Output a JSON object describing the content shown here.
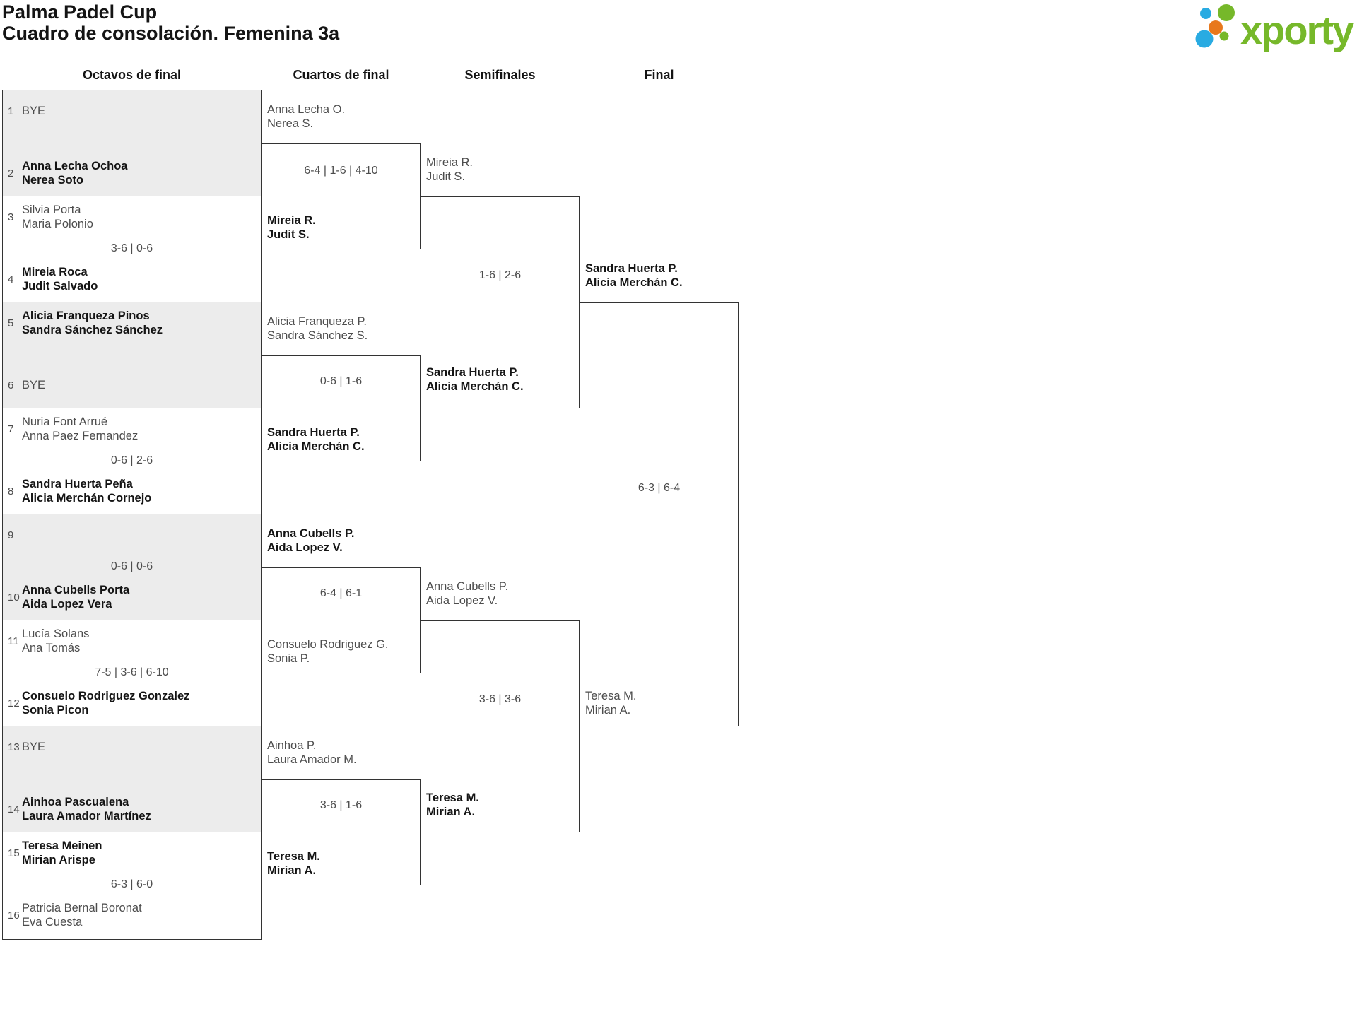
{
  "page": {
    "title_line1": "Palma Padel Cup",
    "title_line2": "Cuadro de consolación. Femenina 3a"
  },
  "logo": {
    "wordmark": "xporty",
    "green": "#76b82a",
    "blue": "#29abe2",
    "orange": "#e8781c"
  },
  "round_headers": [
    {
      "label": "Octavos de final"
    },
    {
      "label": "Cuartos de final"
    },
    {
      "label": "Semifinales"
    },
    {
      "label": "Final"
    }
  ],
  "colors": {
    "border": "#333333",
    "cell_gray": "#ececec",
    "text_normal": "#4d4d4d",
    "text_winner": "#141414"
  },
  "octavos": [
    {
      "seed1": "1",
      "team1": {
        "l1": "BYE",
        "l2": ""
      },
      "seed2": "2",
      "team2": {
        "l1": "Anna Lecha Ochoa",
        "l2": "Nerea Soto",
        "win": true
      },
      "score": ""
    },
    {
      "seed1": "3",
      "team1": {
        "l1": "Silvia Porta",
        "l2": "Maria Polonio"
      },
      "seed2": "4",
      "team2": {
        "l1": "Mireia Roca",
        "l2": "Judit Salvado",
        "win": true
      },
      "score": "3-6 | 0-6"
    },
    {
      "seed1": "5",
      "team1": {
        "l1": "Alicia Franqueza Pinos",
        "l2": "Sandra Sánchez Sánchez",
        "win": true
      },
      "seed2": "6",
      "team2": {
        "l1": "BYE",
        "l2": ""
      },
      "score": ""
    },
    {
      "seed1": "7",
      "team1": {
        "l1": "Nuria Font Arrué",
        "l2": "Anna Paez Fernandez"
      },
      "seed2": "8",
      "team2": {
        "l1": "Sandra Huerta Peña",
        "l2": "Alicia Merchán Cornejo",
        "win": true
      },
      "score": "0-6 | 2-6"
    },
    {
      "seed1": "9",
      "team1": {
        "l1": "",
        "l2": ""
      },
      "seed2": "10",
      "team2": {
        "l1": "Anna Cubells Porta",
        "l2": "Aida Lopez Vera",
        "win": true
      },
      "score": "0-6 | 0-6"
    },
    {
      "seed1": "11",
      "team1": {
        "l1": "Lucía Solans",
        "l2": "Ana Tomás"
      },
      "seed2": "12",
      "team2": {
        "l1": "Consuelo Rodriguez Gonzalez",
        "l2": "Sonia Picon",
        "win": true
      },
      "score": "7-5 | 3-6 | 6-10"
    },
    {
      "seed1": "13",
      "team1": {
        "l1": "BYE",
        "l2": ""
      },
      "seed2": "14",
      "team2": {
        "l1": "Ainhoa Pascualena",
        "l2": "Laura Amador Martínez",
        "win": true
      },
      "score": ""
    },
    {
      "seed1": "15",
      "team1": {
        "l1": "Teresa Meinen",
        "l2": "Mirian Arispe",
        "win": true
      },
      "seed2": "16",
      "team2": {
        "l1": "Patricia Bernal Boronat",
        "l2": "Eva Cuesta"
      },
      "score": "6-3 | 6-0"
    }
  ],
  "cuartos": [
    {
      "team1": {
        "l1": "Anna Lecha O.",
        "l2": "Nerea S."
      },
      "team2": {
        "l1": "Mireia R.",
        "l2": "Judit S.",
        "win": true
      },
      "score": "6-4 | 1-6 | 4-10"
    },
    {
      "team1": {
        "l1": "Alicia Franqueza P.",
        "l2": "Sandra Sánchez S."
      },
      "team2": {
        "l1": "Sandra Huerta P.",
        "l2": "Alicia Merchán C.",
        "win": true
      },
      "score": "0-6 | 1-6"
    },
    {
      "team1": {
        "l1": "Anna Cubells P.",
        "l2": "Aida Lopez V.",
        "win": true
      },
      "team2": {
        "l1": "Consuelo Rodriguez G.",
        "l2": "Sonia P."
      },
      "score": "6-4 | 6-1"
    },
    {
      "team1": {
        "l1": "Ainhoa P.",
        "l2": "Laura Amador M."
      },
      "team2": {
        "l1": "Teresa M.",
        "l2": "Mirian A.",
        "win": true
      },
      "score": "3-6 | 1-6"
    }
  ],
  "semifinales": [
    {
      "team1": {
        "l1": "Mireia R.",
        "l2": "Judit S."
      },
      "team2": {
        "l1": "Sandra Huerta P.",
        "l2": "Alicia Merchán C.",
        "win": true
      },
      "score": "1-6 | 2-6"
    },
    {
      "team1": {
        "l1": "Anna Cubells P.",
        "l2": "Aida Lopez V."
      },
      "team2": {
        "l1": "Teresa M.",
        "l2": "Mirian A.",
        "win": true
      },
      "score": "3-6 | 3-6"
    }
  ],
  "final": [
    {
      "team1": {
        "l1": "Sandra Huerta P.",
        "l2": "Alicia Merchán C.",
        "win": true
      },
      "team2": {
        "l1": "Teresa M.",
        "l2": "Mirian A."
      },
      "score": "6-3 | 6-4"
    }
  ]
}
